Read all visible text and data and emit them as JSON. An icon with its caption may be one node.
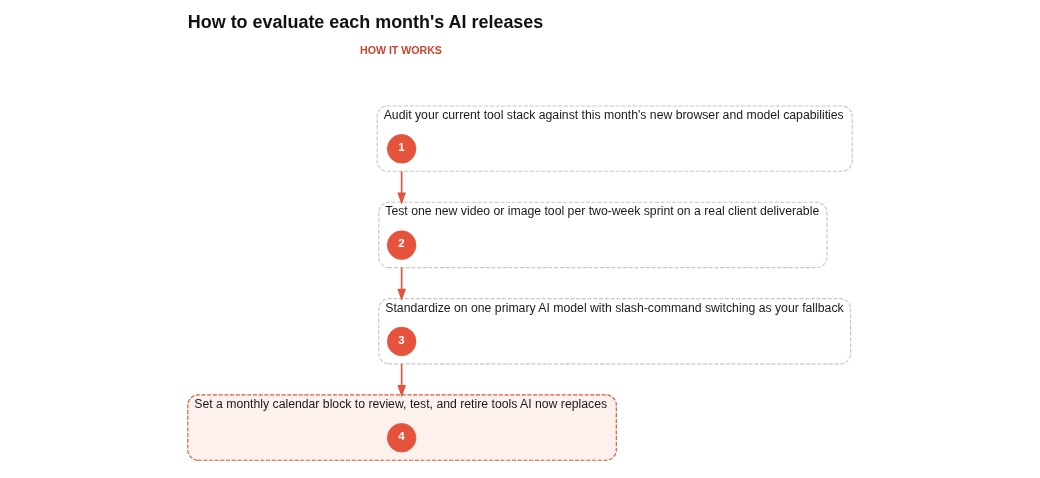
{
  "diagram": {
    "title": "How to evaluate each month's AI releases",
    "nodes": [
      {
        "text": [
          "Audit your current tool stack against this month's new browser and model capabilities"
        ]
      },
      {
        "text": [
          "1"
        ],
        "in": 0
      },
      {
        "text": [
          "Test one new video or image tool per two-week sprint on a real client deliverable"
        ]
      },
      {
        "text": [
          "2"
        ],
        "in": 2
      },
      {
        "text": [
          "Standardize on one primary AI model with slash-command switching as your fallback"
        ]
      },
      {
        "text": [
          "3"
        ],
        "in": 4
      },
      {
        "text": [
          "Set a monthly calendar block to review, test, and retire tools AI now replaces"
        ]
      },
      {
        "text": [
          "4"
        ],
        "in": 6
      }
    ],
    "edges": [
      {
        "from": 0,
        "to": 2,
        "arrow": "to"
      },
      {
        "from": 2,
        "to": 4,
        "arrow": "to"
      },
      {
        "from": 4,
        "to": 6,
        "arrow": "to"
      }
    ],
    "labels": [
      "HOW IT WORKS"
    ]
  }
}
